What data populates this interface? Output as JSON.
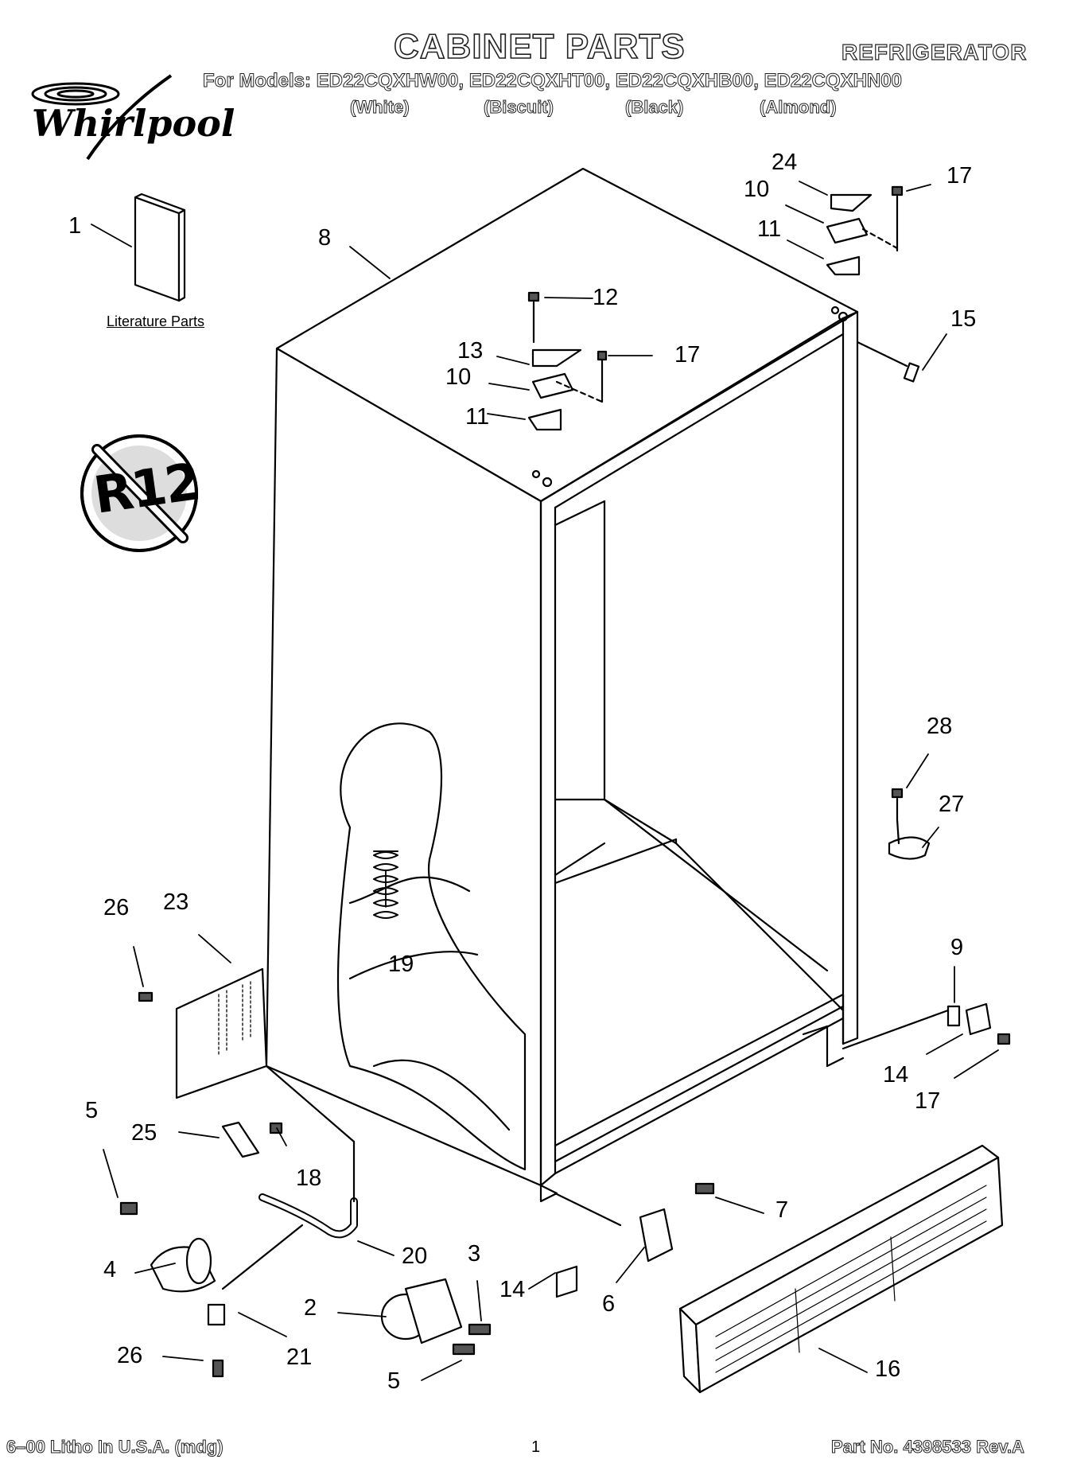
{
  "header": {
    "title": "CABINET PARTS",
    "category": "REFRIGERATOR",
    "models_line": "For Models: ED22CQXHW00, ED22CQXHT00, ED22CQXHB00, ED22CQXHN00",
    "colors": [
      "(White)",
      "(Biscuit)",
      "(Black)",
      "(Almond)"
    ],
    "brand": "Whirlpool"
  },
  "literature_label": "Literature Parts",
  "badge_text": "R12",
  "callouts": [
    "1",
    "8",
    "24",
    "17",
    "10",
    "11",
    "12",
    "13",
    "17",
    "10",
    "11",
    "15",
    "28",
    "27",
    "9",
    "14",
    "17",
    "26",
    "23",
    "19",
    "5",
    "25",
    "18",
    "20",
    "4",
    "21",
    "26",
    "2",
    "3",
    "5",
    "14",
    "6",
    "7",
    "16"
  ],
  "footer": {
    "left": "6–00 Litho In U.S.A. (mdg)",
    "page": "1",
    "right": "Part No. 4398533 Rev.A"
  }
}
